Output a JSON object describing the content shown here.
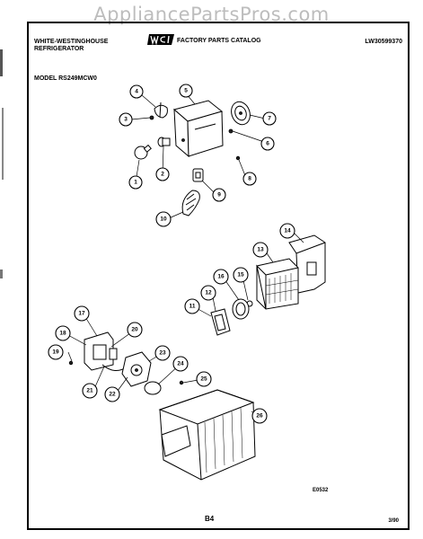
{
  "watermark": "AppliancePartsPros.com",
  "header": {
    "brand_line1": "WHITE-WESTINGHOUSE",
    "brand_line2": "REFRIGERATOR",
    "logo": "WCI",
    "catalog_title": "FACTORY PARTS CATALOG",
    "catalog_number": "LW30599370"
  },
  "model": "MODEL RS249MCW0",
  "footer": {
    "diagram_code": "E0532",
    "page": "B4",
    "date": "3/90"
  },
  "callouts": [
    "1",
    "2",
    "3",
    "4",
    "5",
    "6",
    "7",
    "8",
    "9",
    "10",
    "11",
    "12",
    "13",
    "14",
    "15",
    "16",
    "17",
    "18",
    "19",
    "20",
    "21",
    "22",
    "23",
    "24",
    "25",
    "26"
  ]
}
